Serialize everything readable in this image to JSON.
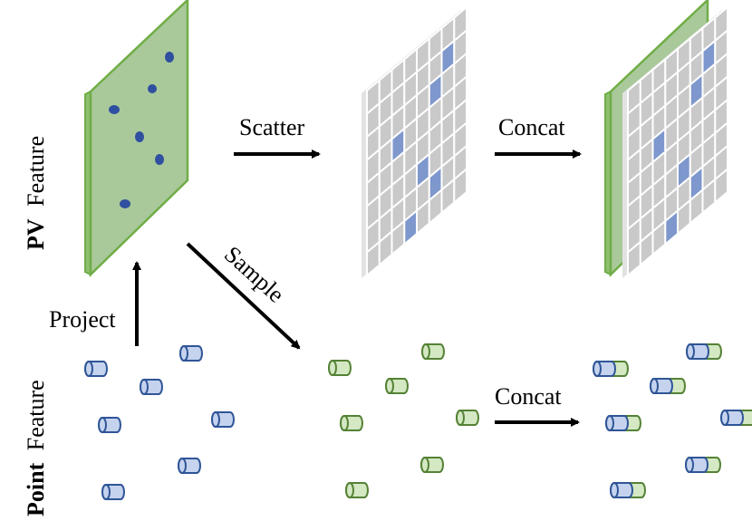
{
  "labels": {
    "pv_feature_bold": "PV",
    "pv_feature_rest": "Feature",
    "point_feature_bold": "Point",
    "point_feature_rest": "Feature",
    "scatter": "Scatter",
    "concat_top": "Concat",
    "sample": "Sample",
    "project": "Project",
    "concat_bottom": "Concat"
  },
  "colors": {
    "pv_plane_fill": "#a9c99a",
    "pv_plane_edge": "#70ad47",
    "pv_dot": "#2f4fa0",
    "grid_cell": "#c9c9c9",
    "grid_line": "#ffffff",
    "grid_highlight": "#7e97cc",
    "blue_cyl_fill": "#c5d3ee",
    "blue_cyl_stroke": "#2f5597",
    "green_cyl_fill": "#d4e8c3",
    "green_cyl_stroke": "#548235",
    "arrow": "#000000"
  }
}
